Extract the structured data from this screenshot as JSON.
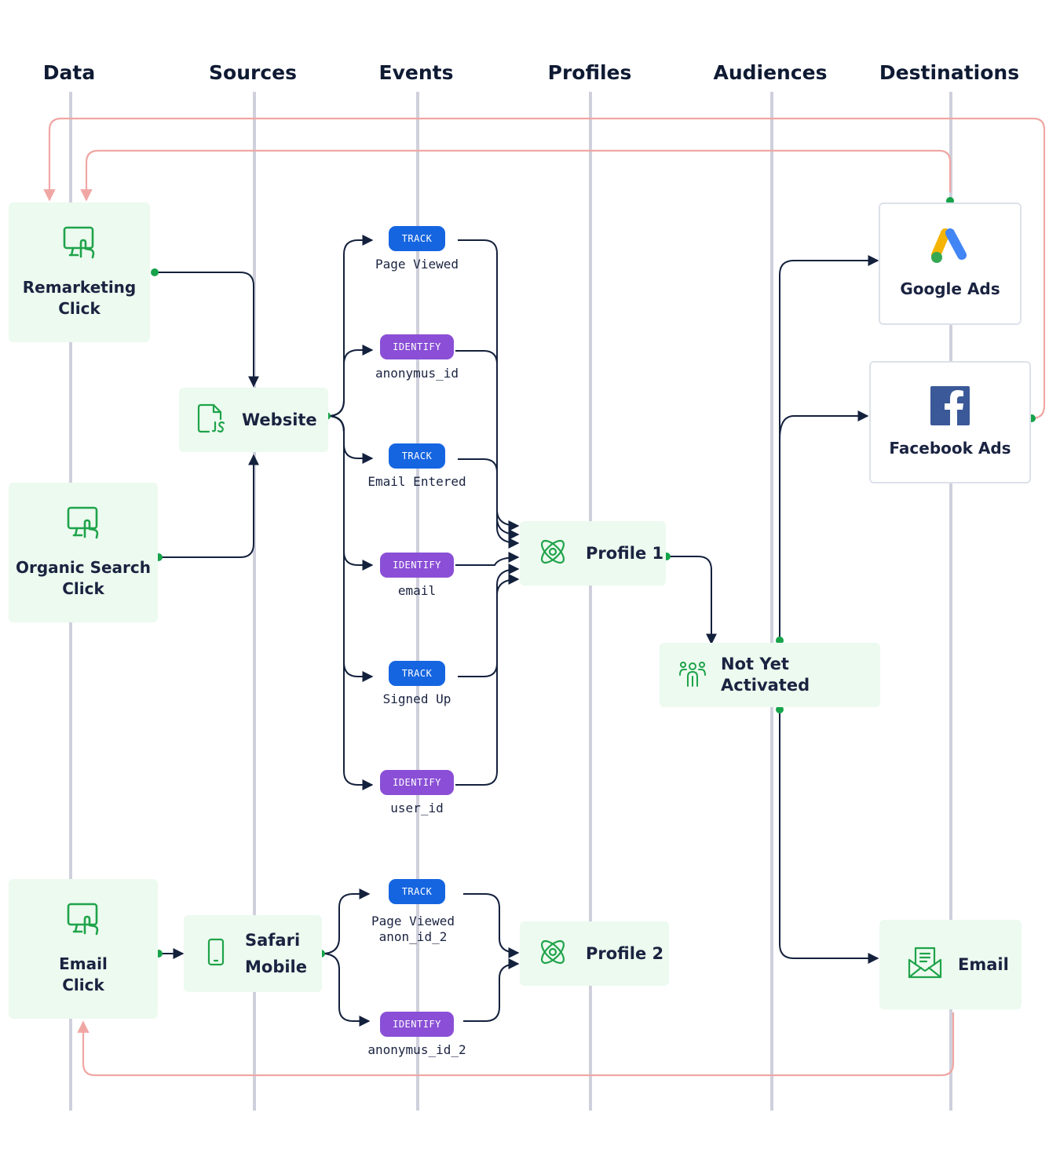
{
  "columns": [
    {
      "label": "Data"
    },
    {
      "label": "Sources"
    },
    {
      "label": "Events"
    },
    {
      "label": "Profiles"
    },
    {
      "label": "Audiences"
    },
    {
      "label": "Destinations"
    }
  ],
  "data_nodes": {
    "remarketing": {
      "label1": "Remarketing",
      "label2": "Click",
      "icon": "touch-screen-icon"
    },
    "organic": {
      "label1": "Organic Search",
      "label2": "Click",
      "icon": "touch-screen-icon"
    },
    "email_click": {
      "label1": "Email",
      "label2": "Click",
      "icon": "touch-screen-icon"
    }
  },
  "sources": {
    "website": {
      "label": "Website",
      "icon": "js-file-icon"
    },
    "safari": {
      "label1": "Safari",
      "label2": "Mobile",
      "icon": "mobile-phone-icon"
    }
  },
  "events": [
    {
      "type": "TRACK",
      "label": "Page Viewed"
    },
    {
      "type": "IDENTIFY",
      "label": "anonymus_id"
    },
    {
      "type": "TRACK",
      "label": "Email Entered"
    },
    {
      "type": "IDENTIFY",
      "label": "email"
    },
    {
      "type": "TRACK",
      "label": "Signed Up"
    },
    {
      "type": "IDENTIFY",
      "label": "user_id"
    },
    {
      "type": "TRACK",
      "label": "Page Viewed\nanon_id_2"
    },
    {
      "type": "IDENTIFY",
      "label": "anonymus_id_2"
    }
  ],
  "profiles": {
    "p1": {
      "label": "Profile 1",
      "icon": "atom-icon"
    },
    "p2": {
      "label": "Profile 2",
      "icon": "atom-icon"
    }
  },
  "audience": {
    "label": "Not Yet Activated",
    "icon": "people-group-icon"
  },
  "destinations": {
    "google": {
      "label": "Google Ads",
      "icon": "google-ads-logo"
    },
    "facebook": {
      "label": "Facebook Ads",
      "icon": "facebook-logo"
    },
    "email": {
      "label": "Email",
      "icon": "envelope-open-icon"
    }
  },
  "colors": {
    "node_bg": "#ecfaef",
    "icon_green": "#1fa34a",
    "dot_green": "#16a34a",
    "track_blue": "#1565e0",
    "identify_purple": "#8a4fd6",
    "arrow_dark": "#14213d",
    "feedback_pink": "#f0a7a4",
    "column_line": "#cfd0dc"
  }
}
